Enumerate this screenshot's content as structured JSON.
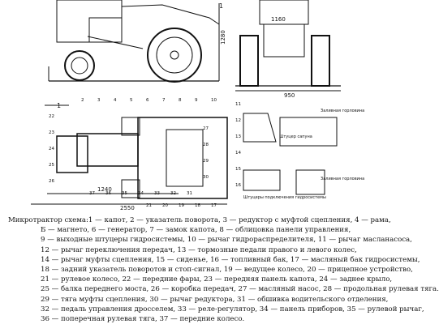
{
  "drawing": {
    "dim_total_length": "2550",
    "dim_wheelbase": "1240",
    "dim_height": "1280",
    "dim_width": "950",
    "dim_top_1": "1160",
    "callout_top": "1",
    "callout_plan": "1",
    "callout_numbers": [
      "2",
      "3",
      "4",
      "5",
      "6",
      "7",
      "8",
      "9",
      "10",
      "11",
      "12",
      "13",
      "14",
      "15",
      "16",
      "17",
      "18",
      "19",
      "20",
      "21",
      "22",
      "23",
      "24",
      "25",
      "26",
      "27",
      "28",
      "29",
      "30",
      "31",
      "32",
      "33",
      "34",
      "35",
      "36",
      "37"
    ],
    "labels": {
      "filler_top": "Заливная горловина",
      "breather": "Штуцер сапуна",
      "filler_bottom": "Заливная горловина",
      "fittings": "Штуцеры подключения гидросистемы"
    }
  },
  "legend": {
    "lines": [
      "Микротрактор схема:1 — капот, 2 — указатель поворота, 3 — редуктор с муфтой сцепления, 4 — рама,",
      "Б — магнето, 6 — генератор, 7 — замок капота, 8 — облицовка панели управления,",
      "9 — выходные штуцеры гидросистемы, 10 — рычаг гидрораспределителя, 11 — рычаг масланасоса,",
      "12 — рычаг переключения передач, 13 — тормозные педали правого и левого колес,",
      "14 — рычаг муфты сцепления, 15 — сиденье, 16 — топливный бак, 17 — масляный бак гидросистемы,",
      "18 — задний указатель поворотов и стоп-сигнал, 19 — ведущее колесо, 20 — прицепное устройство,",
      "21 — рулевое колесо, 22 — передние фары, 23 — передняя панель капота, 24 — заднее крыло,",
      "25 — балка переднего моста, 26 — коробка передач, 27 — масляный насос, 28 — продольная рулевая тяга.",
      "29 — тяга муфты сцепления, 30 — рычаг редуктора, 31 — обшивка водительского отделения,",
      "32 — педаль управления дросселем, 33 — реле-регулятор, 34 — панель приборов, 35 — рулевой рычаг,",
      "36 — поперечная рулевая тяга, 37 — передние колесо."
    ]
  }
}
